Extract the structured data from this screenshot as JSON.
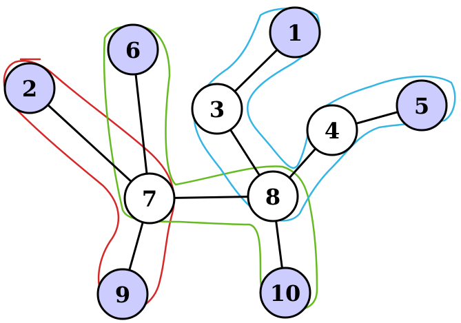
{
  "colors": {
    "leaf_fill": "#ccccff",
    "inner_fill": "#ffffff",
    "edge": "#000000",
    "group_red": "#d62828",
    "group_green": "#66bb22",
    "group_blue": "#33b5e5"
  },
  "nodes": [
    {
      "id": "1",
      "label": "1",
      "leaf": true
    },
    {
      "id": "2",
      "label": "2",
      "leaf": true
    },
    {
      "id": "3",
      "label": "3",
      "leaf": false
    },
    {
      "id": "4",
      "label": "4",
      "leaf": false
    },
    {
      "id": "5",
      "label": "5",
      "leaf": true
    },
    {
      "id": "6",
      "label": "6",
      "leaf": true
    },
    {
      "id": "7",
      "label": "7",
      "leaf": false
    },
    {
      "id": "8",
      "label": "8",
      "leaf": false
    },
    {
      "id": "9",
      "label": "9",
      "leaf": true
    },
    {
      "id": "10",
      "label": "10",
      "leaf": true
    }
  ],
  "edges": [
    [
      "1",
      "3"
    ],
    [
      "3",
      "8"
    ],
    [
      "4",
      "5"
    ],
    [
      "4",
      "8"
    ],
    [
      "2",
      "7"
    ],
    [
      "6",
      "7"
    ],
    [
      "7",
      "9"
    ],
    [
      "7",
      "8"
    ],
    [
      "8",
      "10"
    ]
  ],
  "groups": [
    {
      "id": "red",
      "color": "#d62828",
      "members": [
        "2",
        "7",
        "9"
      ]
    },
    {
      "id": "green",
      "color": "#66bb22",
      "members": [
        "6",
        "7",
        "8",
        "10"
      ]
    },
    {
      "id": "blue",
      "color": "#33b5e5",
      "members": [
        "1",
        "3",
        "8",
        "4",
        "5"
      ]
    }
  ]
}
